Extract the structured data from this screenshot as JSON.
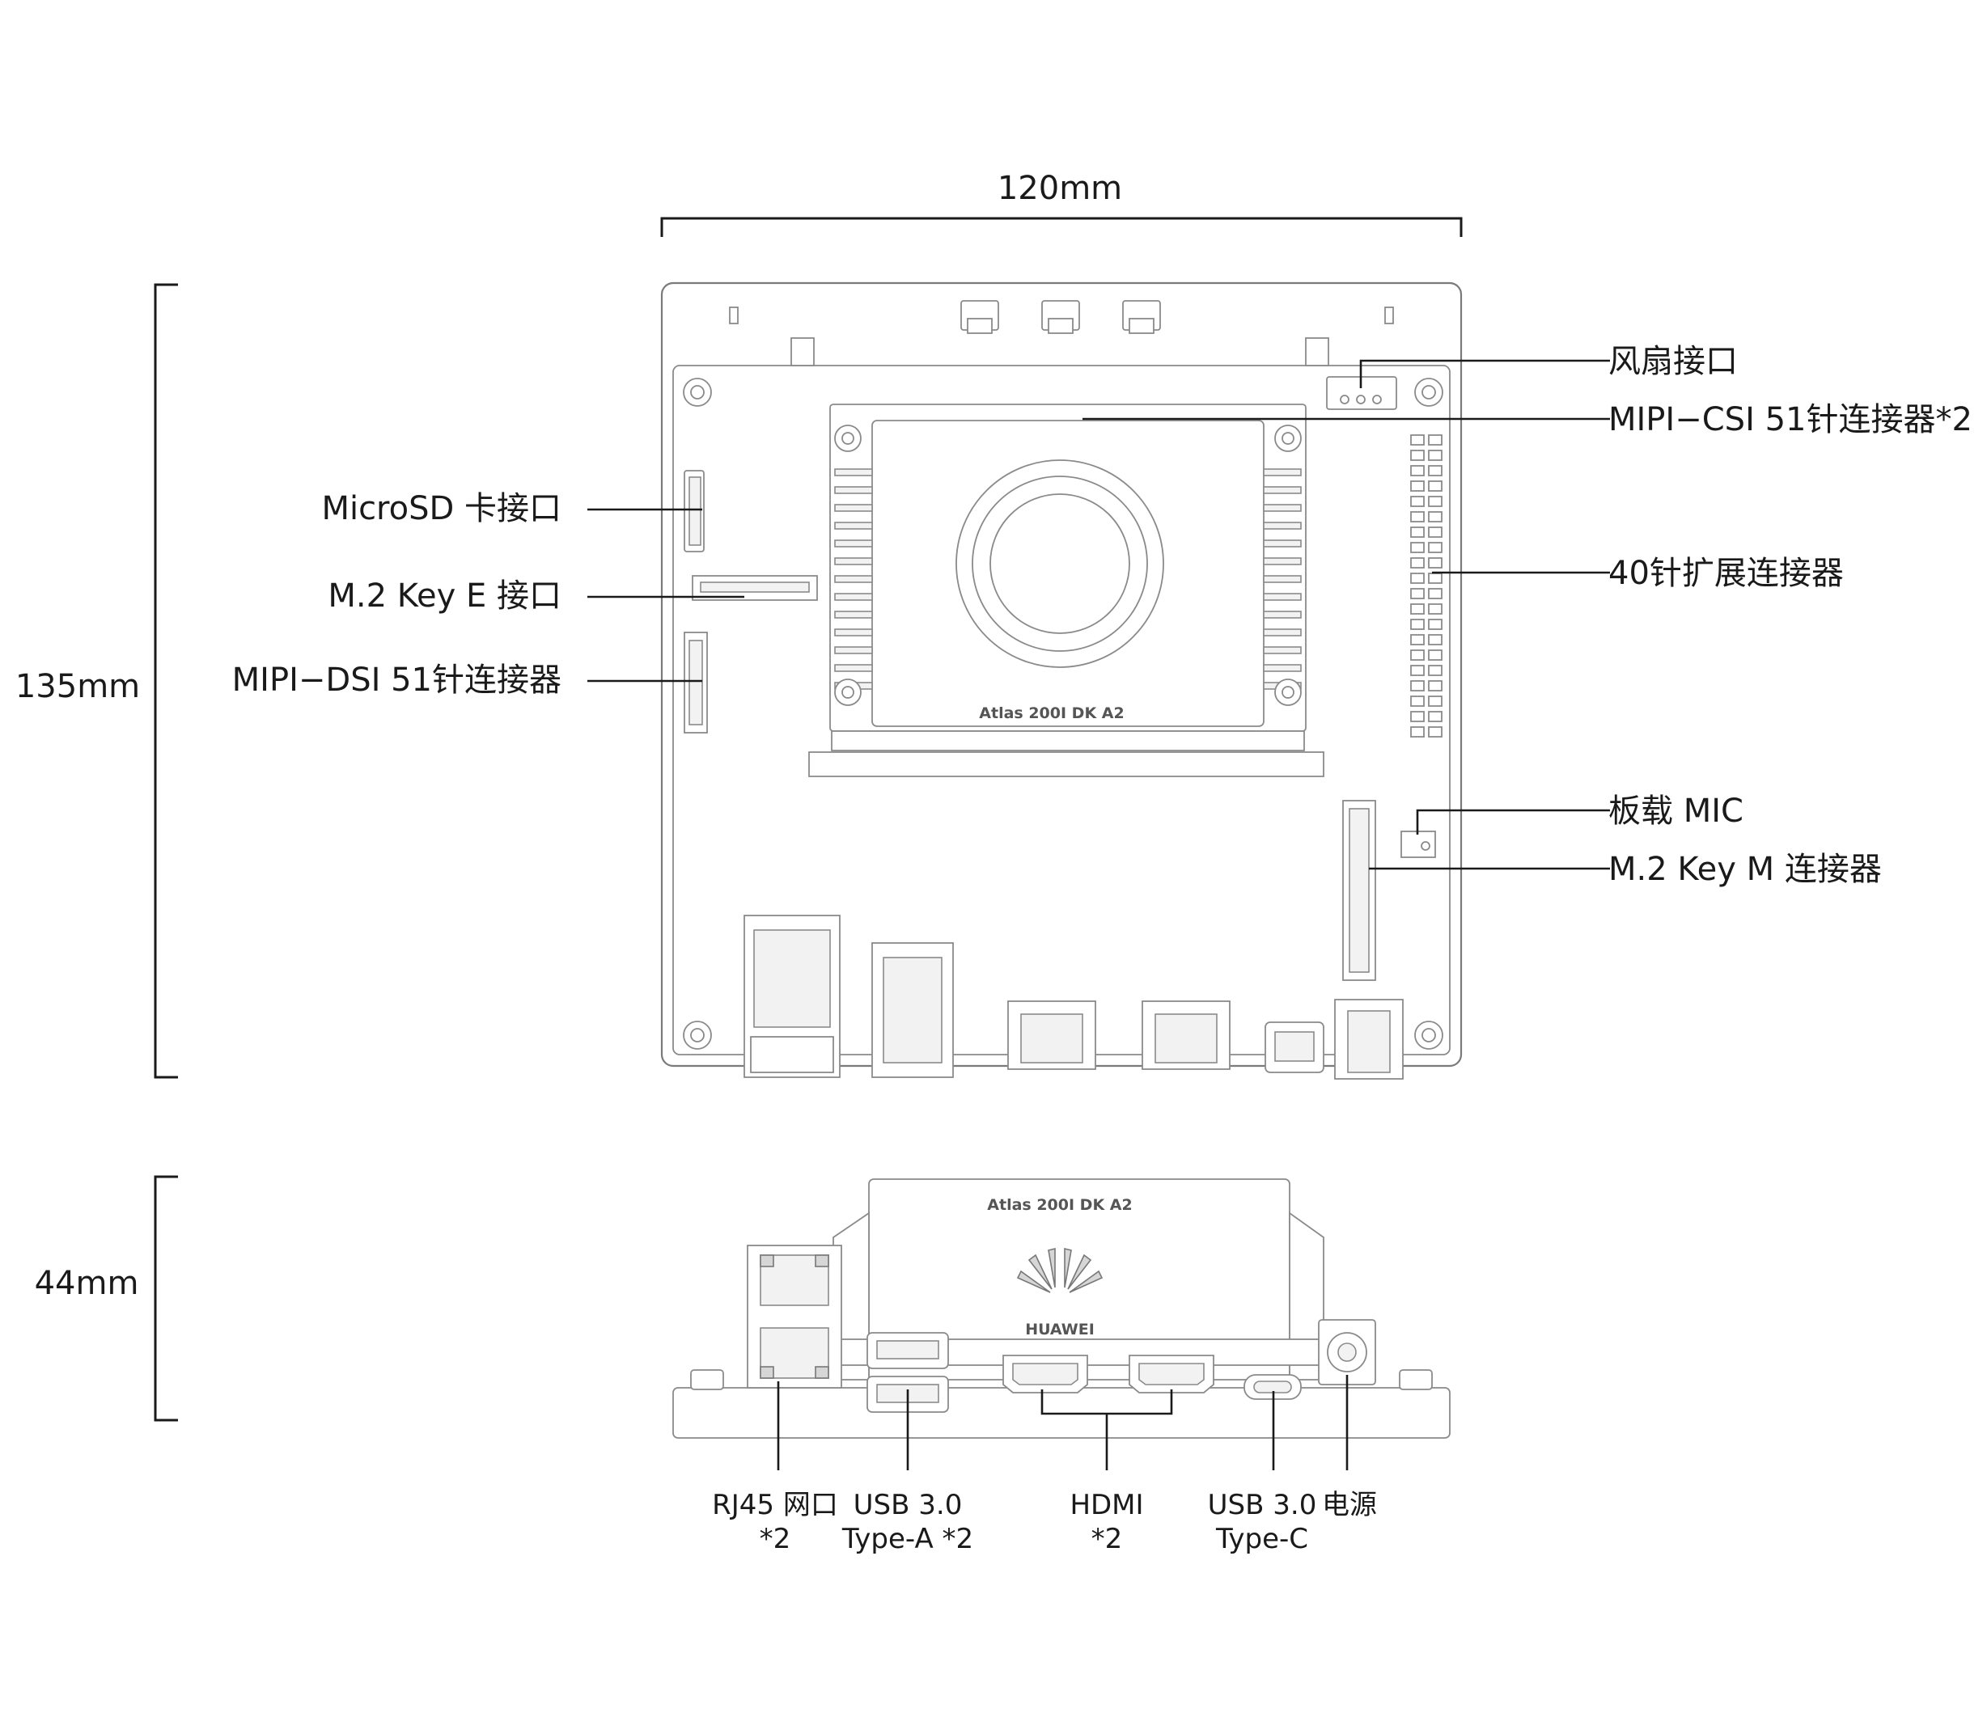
{
  "dimensions": {
    "width": "120mm",
    "height": "135mm",
    "side_height": "44mm"
  },
  "board": {
    "model_top": "Atlas 200I DK A2",
    "model_side": "Atlas 200I DK A2",
    "brand": "HUAWEI"
  },
  "labels_left": {
    "microsd": "MicroSD 卡接口",
    "m2_key_e": "M.2 Key E 接口",
    "mipi_dsi": "MIPI−DSI 51针连接器"
  },
  "labels_right": {
    "fan": "风扇接口",
    "mipi_csi": "MIPI−CSI 51针连接器*2",
    "gpio40": "40针扩展连接器",
    "mic": "板载 MIC",
    "m2_key_m": "M.2 Key M 连接器"
  },
  "labels_bottom": {
    "rj45_l1": "RJ45 网口",
    "rj45_l2": "*2",
    "usb_a_l1": "USB 3.0",
    "usb_a_l2": "Type-A *2",
    "hdmi_l1": "HDMI",
    "hdmi_l2": "*2",
    "usb_c_l1": "USB 3.0",
    "usb_c_l2": "Type-C",
    "power": "电源"
  },
  "colors": {
    "line": "#1a1a1a",
    "drawing": "#8a8a8a"
  }
}
